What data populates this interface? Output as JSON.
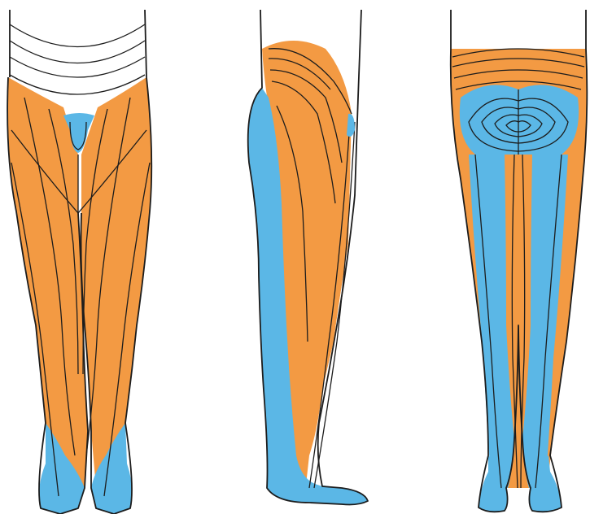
{
  "figure": {
    "views": [
      {
        "id": "front",
        "orientation": "anterior"
      },
      {
        "id": "side",
        "orientation": "lateral"
      },
      {
        "id": "back",
        "orientation": "posterior"
      }
    ],
    "colors": {
      "orange_zone": "#f39a43",
      "blue_zone": "#5bb7e6",
      "skin_unshaded": "#ffffff",
      "outline": "#1c1c1c"
    }
  }
}
